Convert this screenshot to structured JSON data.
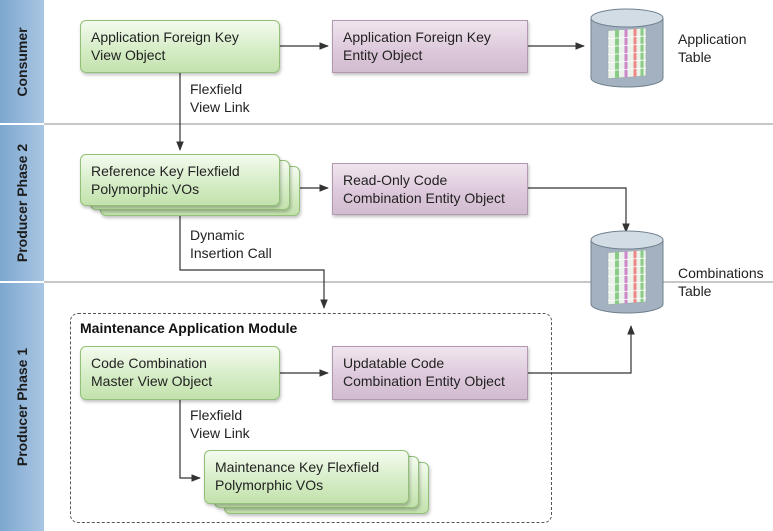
{
  "lanes": [
    {
      "id": "consumer",
      "label": "Consumer"
    },
    {
      "id": "producer2",
      "label": "Producer  Phase 2"
    },
    {
      "id": "producer1",
      "label": "Producer  Phase 1"
    }
  ],
  "nodes": {
    "app_fk_vo": "Application Foreign Key View Object",
    "app_fk_eo": "Application Foreign Key Entity Object",
    "ref_key_vos": "Reference Key Flexfield Polymorphic VOs",
    "readonly_cc_eo": "Read-Only Code Combination Entity Object",
    "cc_master_vo": "Code Combination Master View Object",
    "updatable_cc_eo": "Updatable Code Combination Entity Object",
    "maint_key_vos": "Maintenance Key Flexfield Polymorphic VOs"
  },
  "node_lines": {
    "app_fk_vo": [
      "Application Foreign Key",
      "View Object"
    ],
    "app_fk_eo": [
      "Application Foreign Key",
      "Entity Object"
    ],
    "ref_key_vos": [
      "Reference Key Flexfield",
      "Polymorphic VOs"
    ],
    "readonly_cc_eo": [
      "Read-Only Code",
      "Combination Entity Object"
    ],
    "cc_master_vo": [
      "Code Combination",
      "Master View Object"
    ],
    "updatable_cc_eo": [
      "Updatable Code",
      "Combination Entity Object"
    ],
    "maint_key_vos": [
      "Maintenance Key Flexfield",
      "Polymorphic VOs"
    ]
  },
  "tables": {
    "application": [
      "Application",
      "Table"
    ],
    "combinations": [
      "Combinations",
      "Table"
    ]
  },
  "edge_labels": {
    "flexfield_view_link_1": [
      "Flexfield",
      "View Link"
    ],
    "dynamic_insertion_call": [
      "Dynamic",
      "Insertion Call"
    ],
    "flexfield_view_link_2": [
      "Flexfield",
      "View Link"
    ]
  },
  "module": {
    "title": "Maintenance Application Module"
  },
  "colors": {
    "lane_band": "#8fb4d9",
    "green_node": "#d6edc7",
    "purple_node": "#dcc7da",
    "line": "#333333"
  }
}
